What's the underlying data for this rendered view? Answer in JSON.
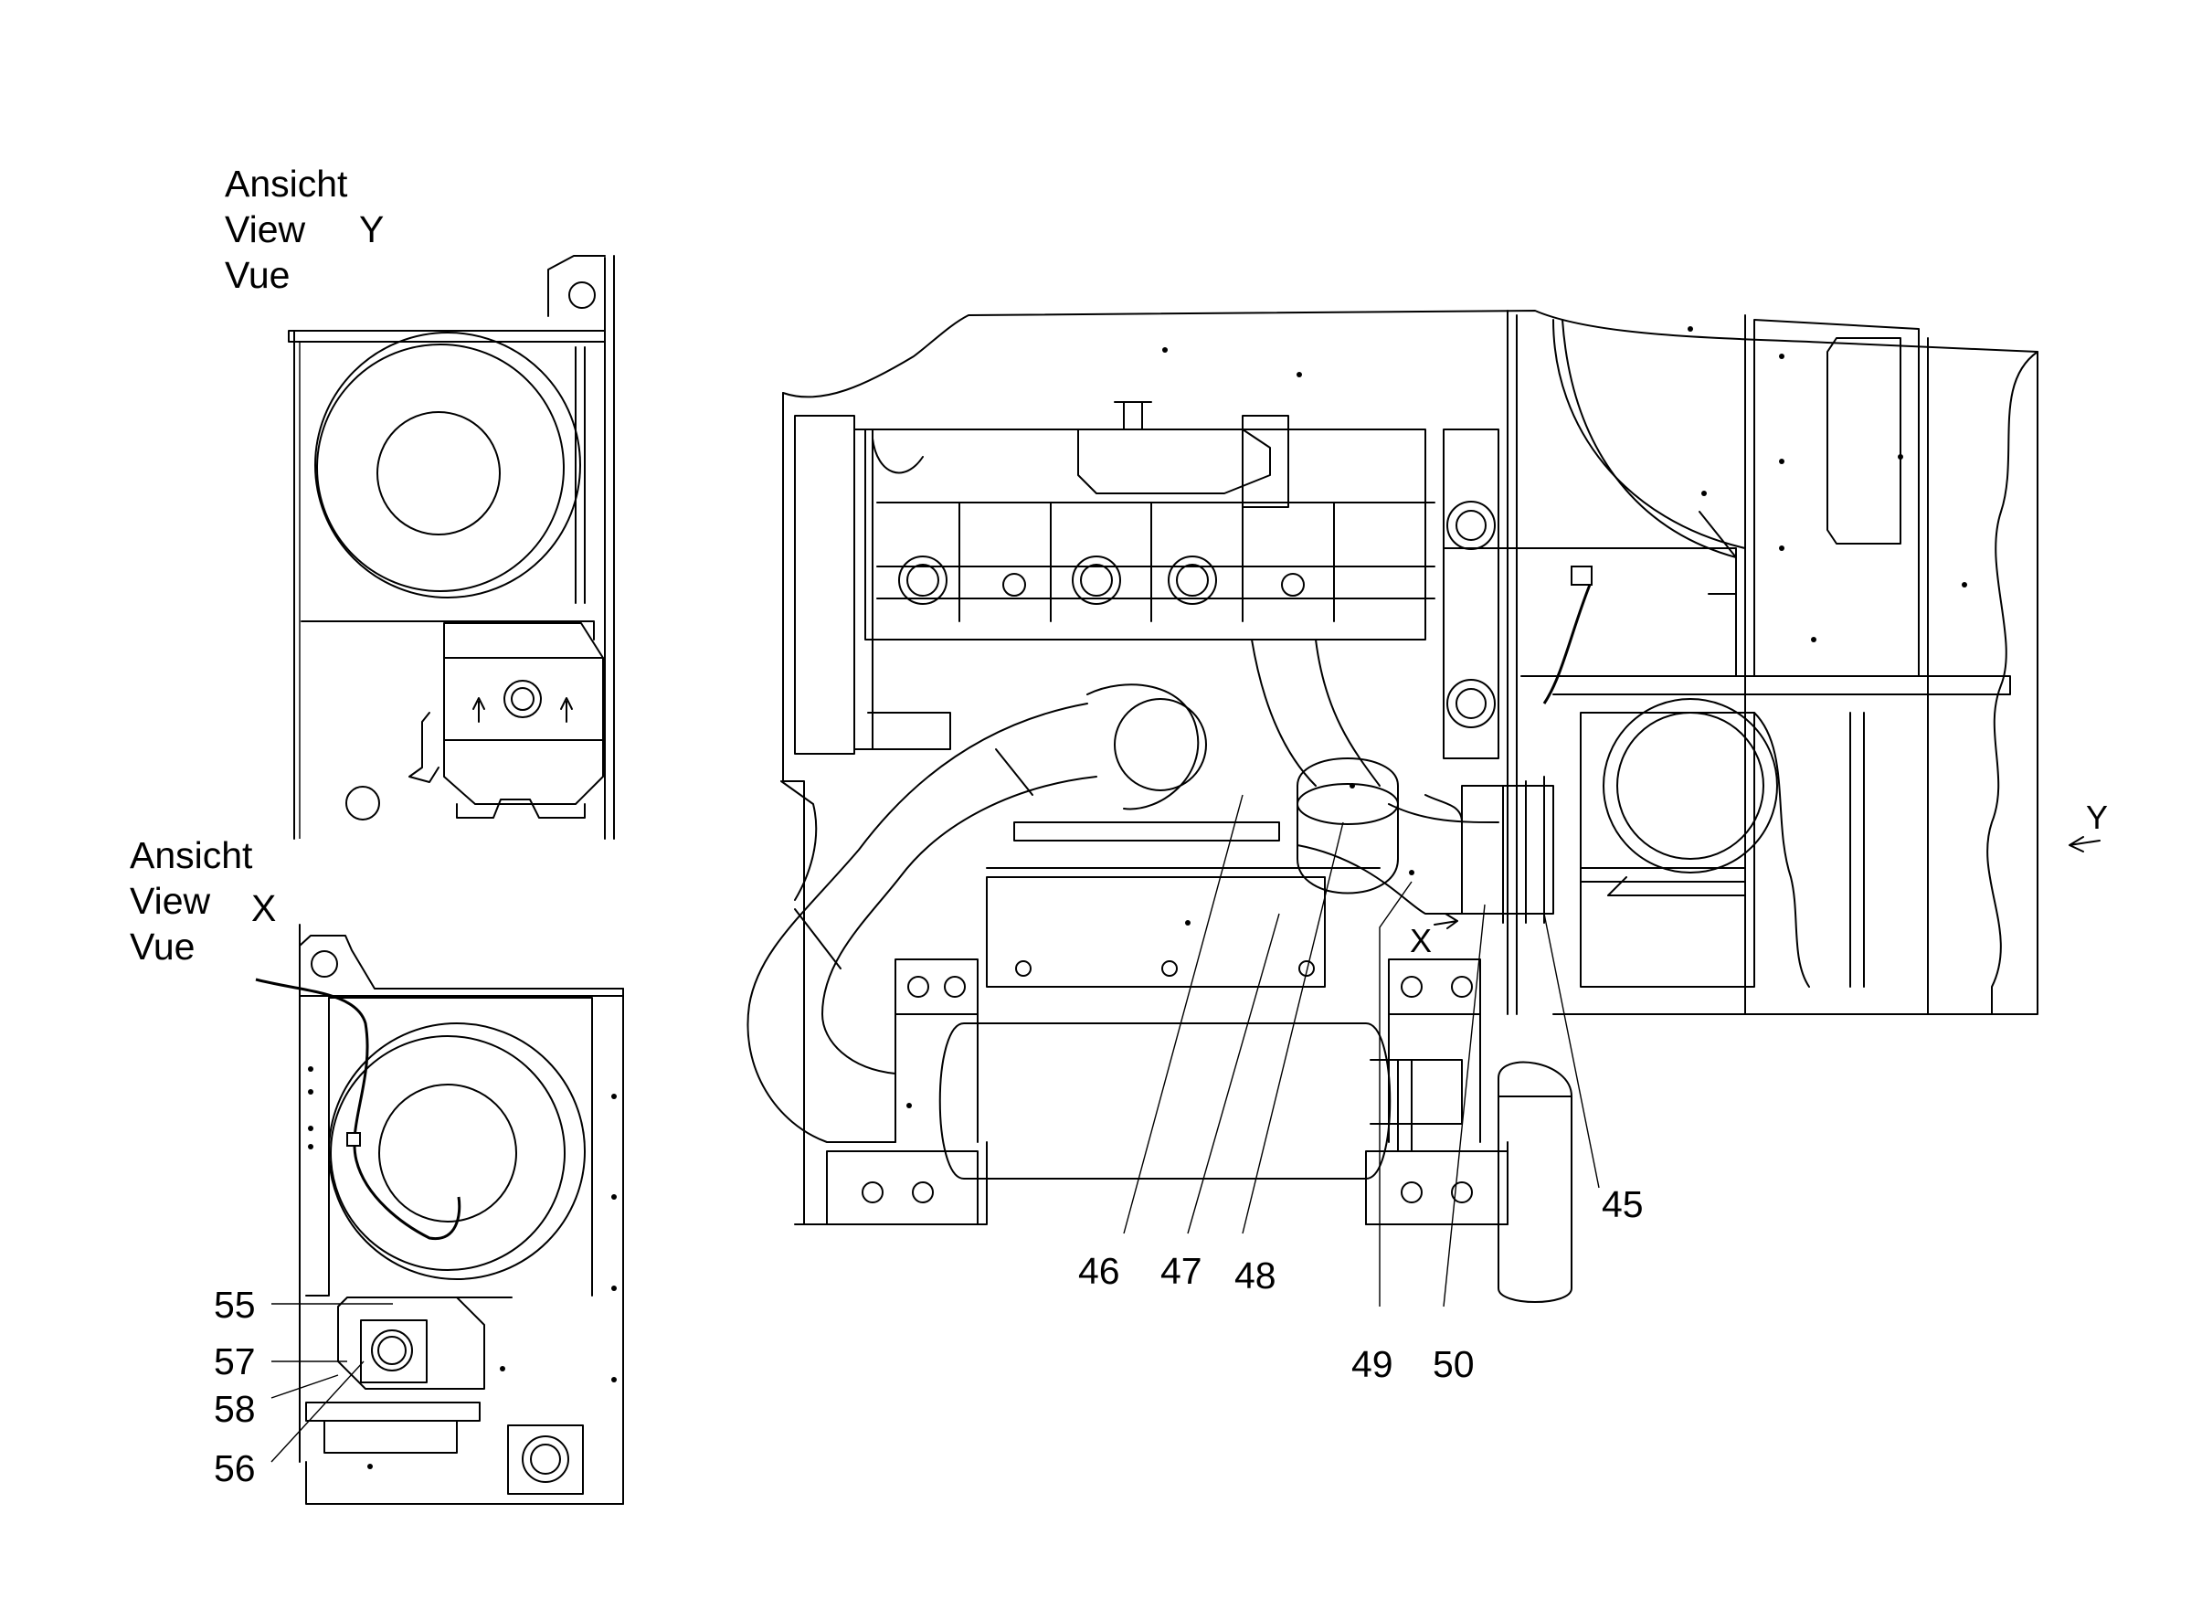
{
  "view_y": {
    "line1": "Ansicht",
    "line2": "View",
    "line3": "Vue",
    "letter": "Y"
  },
  "view_x": {
    "line1": "Ansicht",
    "line2": "View",
    "line3": "Vue",
    "letter": "X"
  },
  "main_markers": {
    "y_marker": "Y",
    "x_marker": "X"
  },
  "callouts_main": [
    "45",
    "46",
    "47",
    "48",
    "49",
    "50"
  ],
  "callouts_view_x": [
    "55",
    "57",
    "58",
    "56"
  ]
}
